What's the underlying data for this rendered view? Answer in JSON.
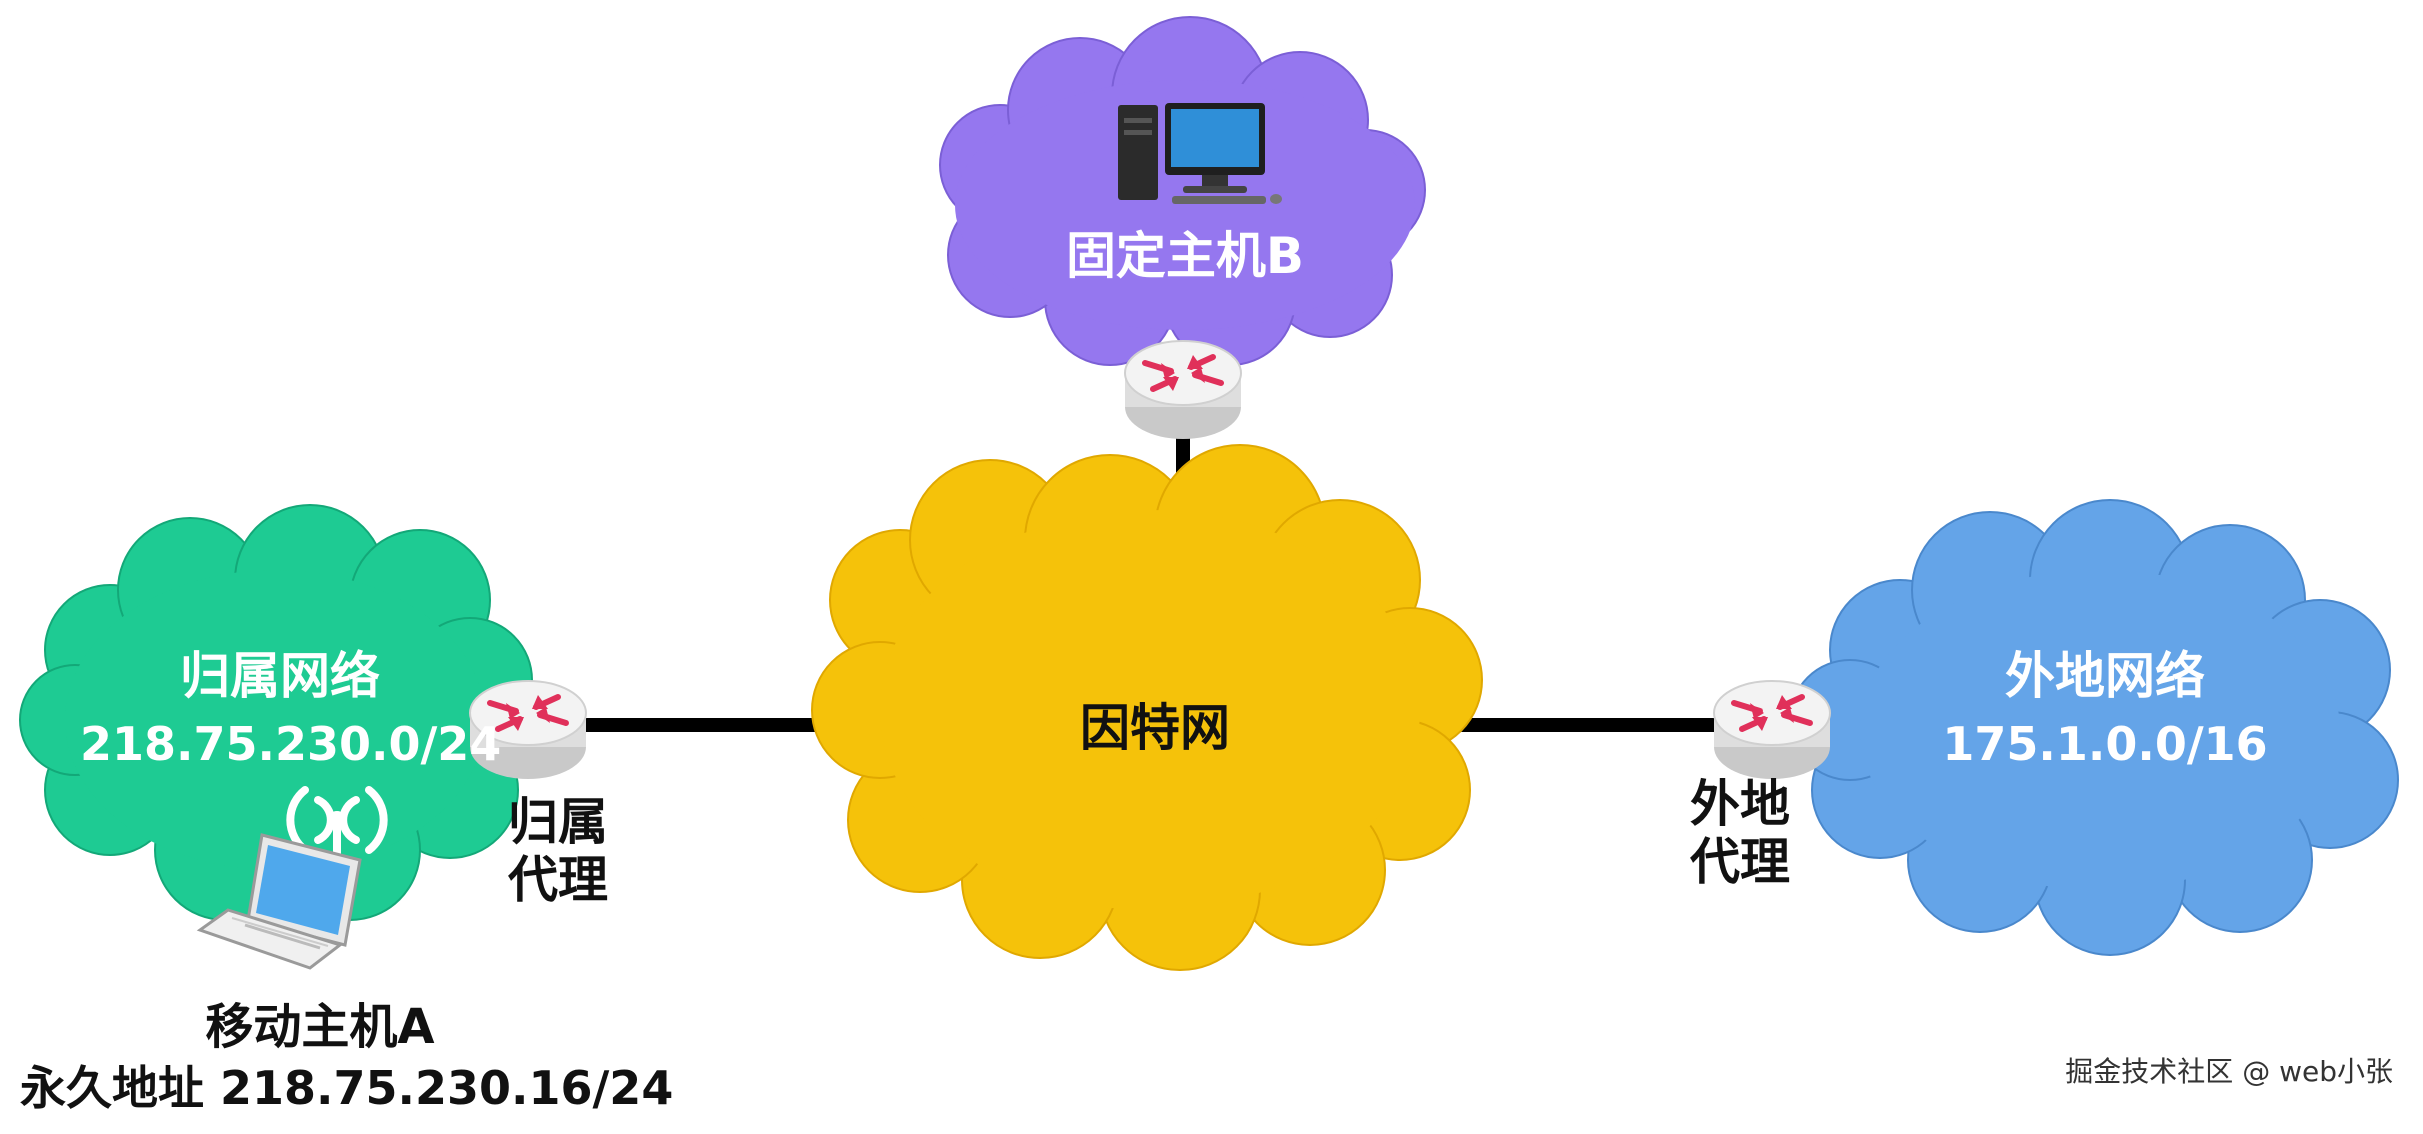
{
  "colors": {
    "internet_cloud": "#f5c20a",
    "home_cloud": "#1ecb93",
    "foreign_cloud": "#64a4e8",
    "host_cloud": "#9577ef",
    "link": "#000000",
    "router_arrow": "#e0305a"
  },
  "internet": {
    "label": "因特网"
  },
  "host_b": {
    "label": "固定主机B",
    "icon": "desktop-computer-icon"
  },
  "home_network": {
    "title": "归属网络",
    "subnet": "218.75.230.0/24"
  },
  "foreign_network": {
    "title": "外地网络",
    "subnet": "175.1.0.0/16"
  },
  "home_agent": {
    "line1": "归属",
    "line2": "代理",
    "icon": "router-icon"
  },
  "foreign_agent": {
    "line1": "外地",
    "line2": "代理",
    "icon": "router-icon"
  },
  "mobile_host": {
    "name": "移动主机A",
    "address_label": "永久地址",
    "address": "218.75.230.16/24",
    "icon": "wireless-laptop-icon"
  },
  "watermark": "掘金技术社区 @ web小张"
}
